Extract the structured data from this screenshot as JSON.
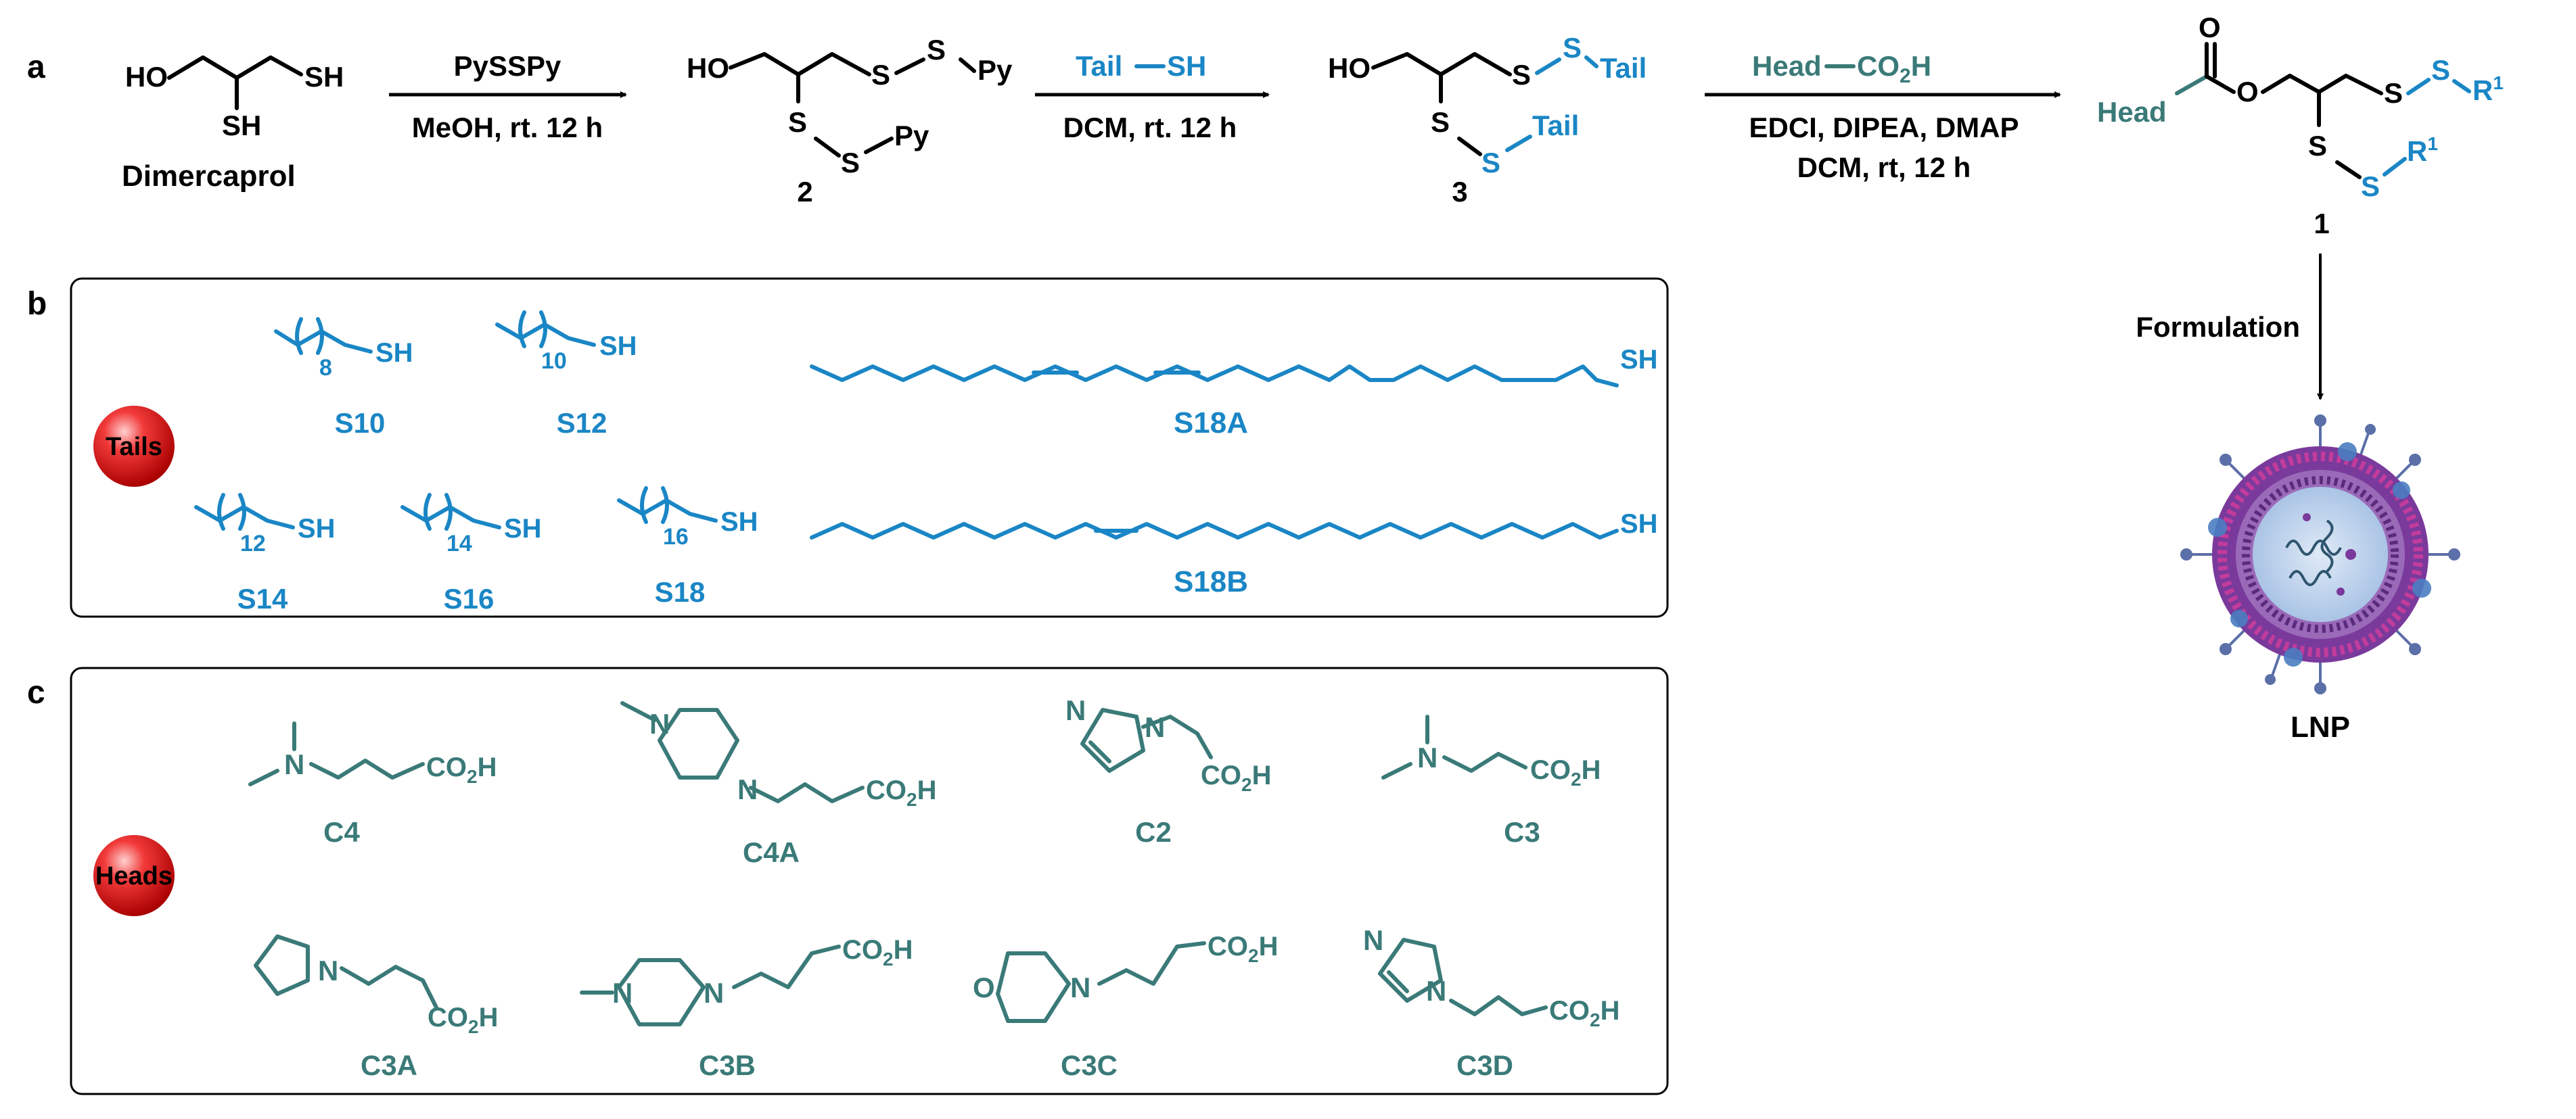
{
  "panels": {
    "a": "a",
    "b": "b",
    "c": "c"
  },
  "scheme": {
    "dimercaprol": {
      "ho": "HO",
      "sh1": "SH",
      "sh2": "SH",
      "label": "Dimercaprol"
    },
    "step1": {
      "top": "PySSPy",
      "bottom": "MeOH, rt. 12 h"
    },
    "cmpd2": {
      "ho": "HO",
      "s1": "S",
      "s2": "S",
      "py1": "Py",
      "s3": "S",
      "s4": "S",
      "py2": "Py",
      "number": "2"
    },
    "step2": {
      "tail": "Tail",
      "sh": "SH",
      "bottom": "DCM, rt. 12 h"
    },
    "cmpd3": {
      "ho": "HO",
      "s1": "S",
      "s2": "S",
      "tail1": "Tail",
      "s3": "S",
      "s4": "S",
      "tail2": "Tail",
      "number": "3"
    },
    "step3": {
      "head": "Head",
      "co2h": "CO",
      "co2h_sub": "2",
      "co2h_h": "H",
      "line1": "EDCI, DIPEA, DMAP",
      "line2": "DCM, rt, 12 h"
    },
    "cmpd1": {
      "o_carbonyl": "O",
      "head": "Head",
      "o_ester": "O",
      "s1": "S",
      "s2": "S",
      "r1a": "R",
      "r1a_sup": "1",
      "s3": "S",
      "s4": "S",
      "r1b": "R",
      "r1b_sup": "1",
      "number": "1"
    },
    "formulation": "Formulation",
    "lnp": "LNP"
  },
  "tails": {
    "badge": "Tails",
    "items": [
      {
        "id": "S10",
        "n": "8",
        "sh": "SH"
      },
      {
        "id": "S12",
        "n": "10",
        "sh": "SH"
      },
      {
        "id": "S14",
        "n": "12",
        "sh": "SH"
      },
      {
        "id": "S16",
        "n": "14",
        "sh": "SH"
      },
      {
        "id": "S18",
        "n": "16",
        "sh": "SH"
      }
    ],
    "s18a": {
      "id": "S18A",
      "sh": "SH"
    },
    "s18b": {
      "id": "S18B",
      "sh": "SH"
    }
  },
  "heads": {
    "badge": "Heads",
    "items": [
      {
        "id": "C4",
        "n": "N",
        "acid": "CO",
        "sub": "2",
        "h": "H"
      },
      {
        "id": "C4A",
        "n1": "N",
        "n2": "N",
        "acid": "CO",
        "sub": "2",
        "h": "H"
      },
      {
        "id": "C2",
        "n1": "N",
        "n2": "N",
        "acid": "CO",
        "sub": "2",
        "h": "H"
      },
      {
        "id": "C3",
        "n": "N",
        "acid": "CO",
        "sub": "2",
        "h": "H"
      },
      {
        "id": "C3A",
        "n": "N",
        "acid": "CO",
        "sub": "2",
        "h": "H"
      },
      {
        "id": "C3B",
        "n1": "N",
        "n2": "N",
        "acid": "CO",
        "sub": "2",
        "h": "H"
      },
      {
        "id": "C3C",
        "o": "O",
        "n": "N",
        "acid": "CO",
        "sub": "2",
        "h": "H"
      },
      {
        "id": "C3D",
        "n1": "N",
        "n2": "N",
        "acid": "CO",
        "sub": "2",
        "h": "H"
      }
    ]
  },
  "colors": {
    "black": "#000000",
    "tail_blue": "#1a86c5",
    "head_teal": "#3a7a78",
    "badge_red": "#e02020"
  }
}
